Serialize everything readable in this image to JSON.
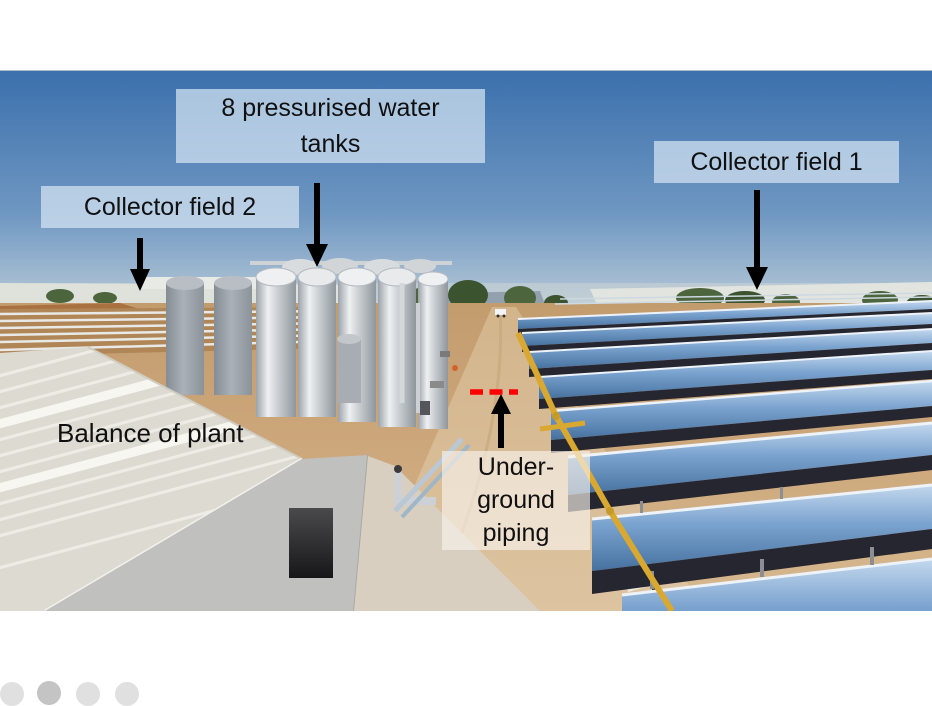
{
  "page": {
    "background": "#ffffff"
  },
  "photo": {
    "name": "solar-thermal-plant-aerial-panorama",
    "colors": {
      "sky_top": "#3b70ad",
      "sky_horizon": "#b9cbd8",
      "ground_tan": "#cfa87e",
      "collector_mirror_blue": "#6f9bc9",
      "tank_silver": "#c9ccd0",
      "pipe_yellow": "#d9a830",
      "building_roof": "#dcdad1",
      "building_wall": "#c0c0be"
    }
  },
  "annotations": {
    "labels": [
      {
        "id": "pressurised-water-tanks",
        "lines": [
          "8 pressurised water",
          "tanks"
        ]
      },
      {
        "id": "collector-field-2",
        "lines": [
          "Collector field 2"
        ]
      },
      {
        "id": "collector-field-1",
        "lines": [
          "Collector field 1"
        ]
      },
      {
        "id": "balance-of-plant",
        "lines": [
          "Balance of plant"
        ]
      },
      {
        "id": "underground-piping",
        "lines": [
          "Under-",
          "ground",
          "piping"
        ]
      }
    ],
    "label_bg_blue": "rgba(213,228,242,0.72)",
    "label_bg_cream": "rgba(247,242,234,0.66)",
    "arrow_color": "#000000",
    "piping_marker_color": "#fe0000"
  },
  "footer": {
    "icons": [
      "circle-button-1",
      "circle-button-2",
      "circle-button-3",
      "circle-button-4"
    ]
  }
}
